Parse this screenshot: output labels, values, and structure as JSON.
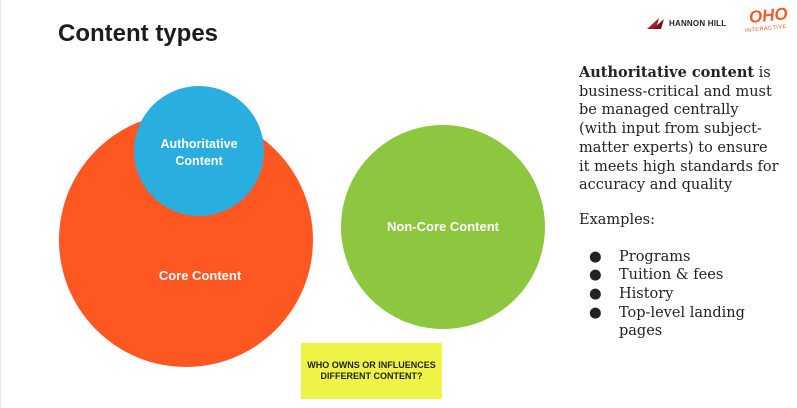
{
  "slide": {
    "title": "Content types",
    "logos": {
      "hannon_hill": "HANNON HILL",
      "oho_word": "OHO",
      "oho_sub": "INTERACTIVE"
    }
  },
  "diagram": {
    "core_label": "Core Content",
    "authoritative_label_line1": "Authoritative",
    "authoritative_label_line2": "Content",
    "noncore_label": "Non-Core Content",
    "colors": {
      "core": "#ff5722",
      "authoritative": "#2aaee0",
      "noncore": "#8dc63f",
      "callout": "#eef345"
    }
  },
  "callout": {
    "text": "WHO OWNS OR INFLUENCES DIFFERENT CONTENT?"
  },
  "sidebar": {
    "term": "Authoritative content",
    "definition": " is business-critical and must be managed centrally (with input from subject-matter experts) to ensure it meets high standards for accuracy and quality",
    "examples_label": "Examples:",
    "examples": [
      "Programs",
      "Tuition & fees",
      "History",
      "Top-level landing pages"
    ]
  }
}
